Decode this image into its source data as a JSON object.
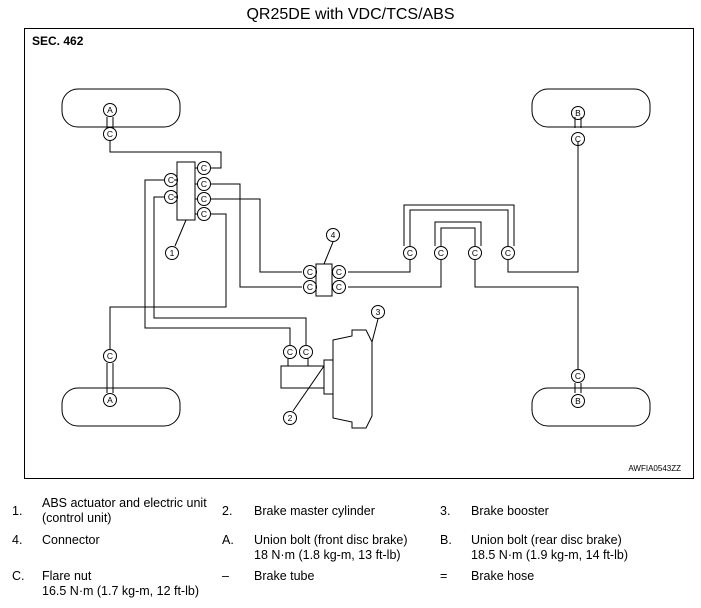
{
  "title": "QR25DE with VDC/TCS/ABS",
  "section": "SEC. 462",
  "figure_code": "AWFIA0543ZZ",
  "callouts": {
    "front_union": "A",
    "rear_union": "B",
    "flare": "C",
    "n1": "1",
    "n2": "2",
    "n3": "3",
    "n4": "4"
  },
  "legend": [
    {
      "key": "1.",
      "text": "ABS actuator and electric unit",
      "text2": "(control unit)"
    },
    {
      "key": "2.",
      "text": "Brake master cylinder",
      "text2": ""
    },
    {
      "key": "3.",
      "text": "Brake booster",
      "text2": ""
    },
    {
      "key": "4.",
      "text": "Connector",
      "text2": ""
    },
    {
      "key": "A.",
      "text": "Union bolt (front disc brake)",
      "text2": "18 N·m (1.8 kg-m, 13 ft-lb)"
    },
    {
      "key": "B.",
      "text": "Union bolt (rear disc brake)",
      "text2": "18.5 N·m (1.9 kg-m, 14 ft-lb)"
    },
    {
      "key": "C.",
      "text": "Flare nut",
      "text2": "16.5 N·m (1.7 kg-m, 12 ft-lb)"
    },
    {
      "key": "–",
      "text": "Brake tube",
      "text2": ""
    },
    {
      "key": "=",
      "text": "Brake hose",
      "text2": ""
    }
  ]
}
